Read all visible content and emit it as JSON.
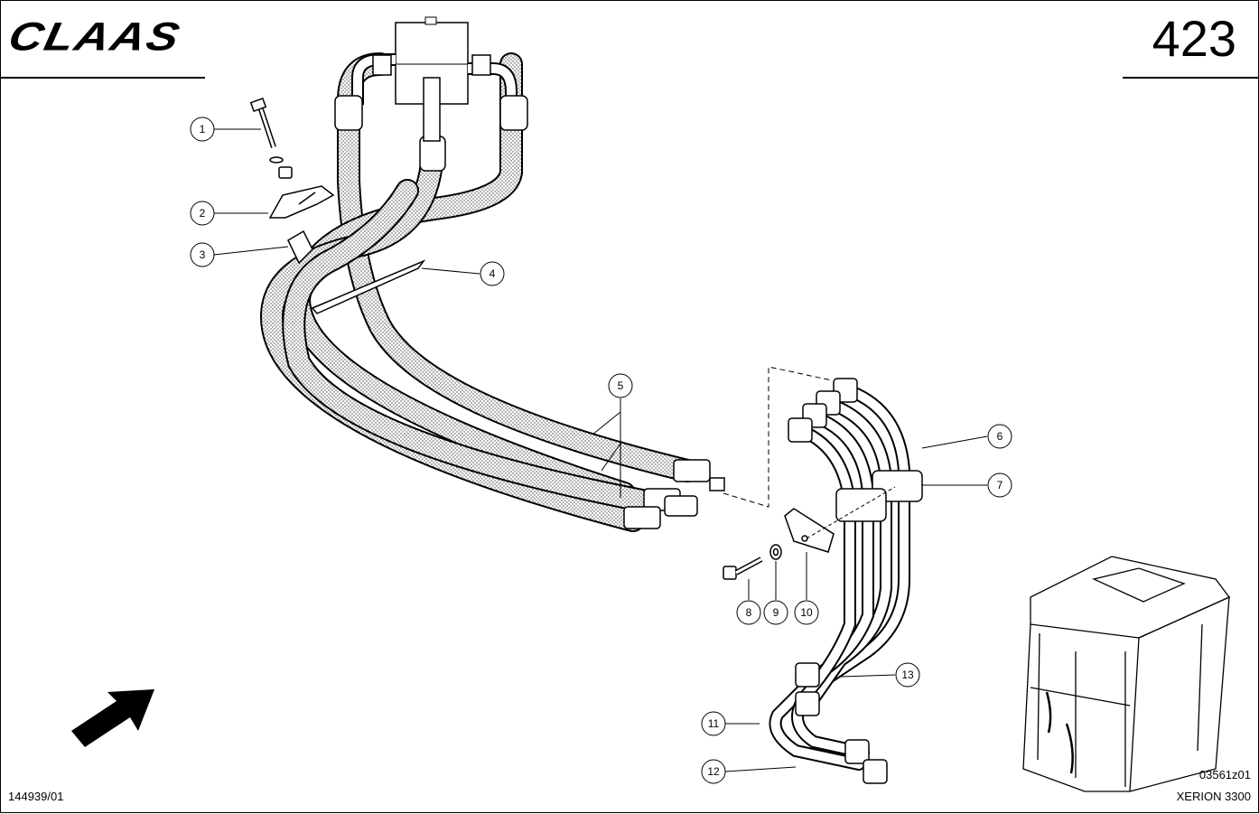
{
  "header": {
    "brand": "CLAAS",
    "page_number": "423"
  },
  "footer": {
    "document_id": "144939/01",
    "figure_code": "03561z01",
    "model": "XERION 3300"
  },
  "callouts": [
    "1",
    "2",
    "3",
    "4",
    "5",
    "6",
    "7",
    "8",
    "9",
    "10",
    "11",
    "12",
    "13"
  ],
  "icons": {
    "direction_arrow": "arrow-icon",
    "cab_thumbnail": "tractor-cab-icon"
  }
}
